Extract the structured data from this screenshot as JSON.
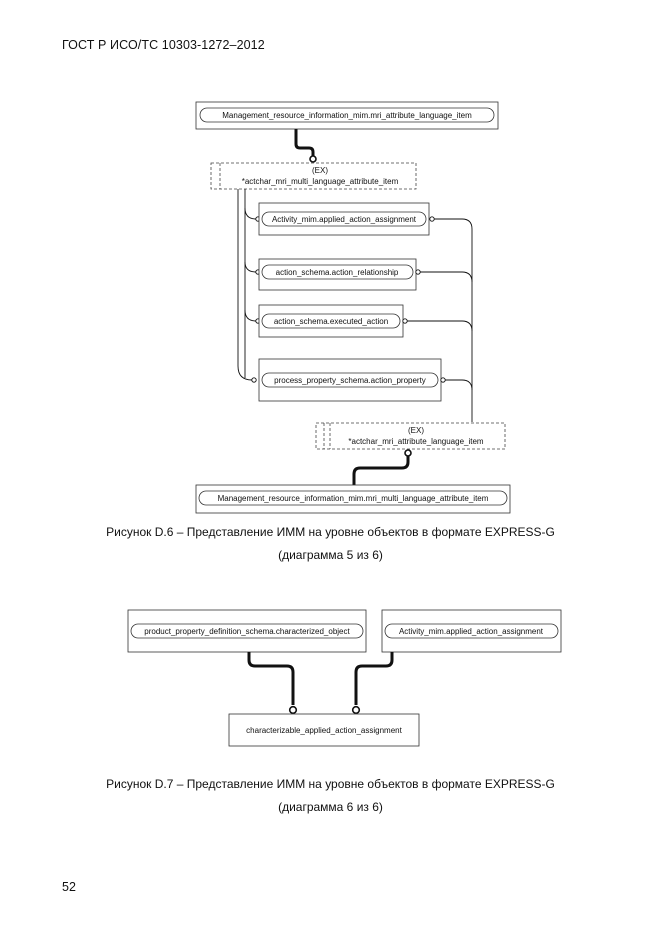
{
  "header": {
    "title": "ГОСТ Р ИСО/ТС 10303-1272–2012"
  },
  "page_number": "52",
  "figure_d6": {
    "caption_line1": "Рисунок  D.6 – Представление ИММ на уровне объектов в формате EXPRESS-G",
    "caption_line2": "(диаграмма 5 из 6)",
    "top_entity": "Management_resource_information_mim.mri_attribute_language_item",
    "select1": {
      "ex": "(EX)",
      "name": "*actchar_mri_multi_language_attribute_item"
    },
    "items": [
      "Activity_mim.applied_action_assignment",
      "action_schema.action_relationship",
      "action_schema.executed_action",
      "process_property_schema.action_property"
    ],
    "select2": {
      "ex": "(EX)",
      "name": "*actchar_mri_attribute_language_item"
    },
    "bottom_entity": "Management_resource_information_mim.mri_multi_language_attribute_item"
  },
  "figure_d7": {
    "caption_line1": "Рисунок  D.7 – Представление ИММ на уровне объектов в формате EXPRESS-G",
    "caption_line2": "(диаграмма 6 из 6)",
    "left_entity": "product_property_definition_schema.characterized_object",
    "right_entity": "Activity_mim.applied_action_assignment",
    "target_entity": "characterizable_applied_action_assignment"
  }
}
